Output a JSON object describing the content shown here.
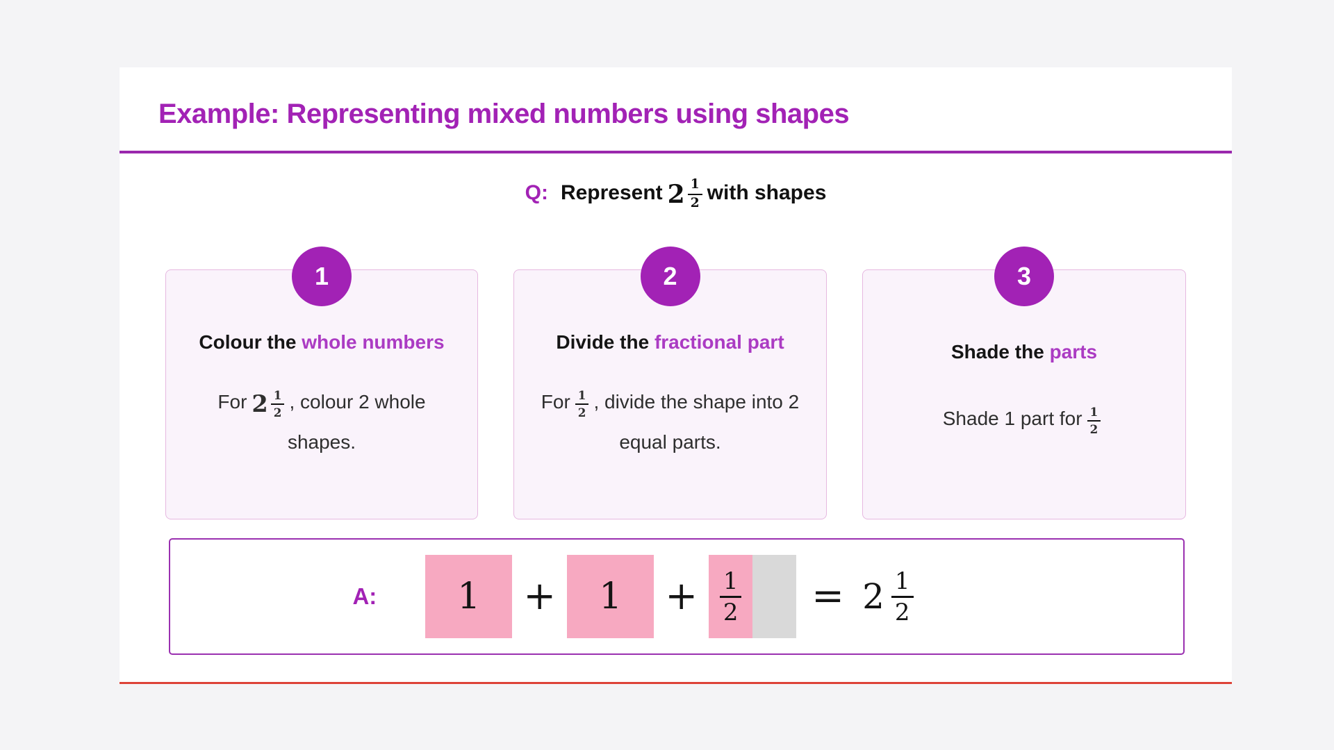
{
  "page": {
    "title": "Example: Representing mixed numbers using shapes"
  },
  "question": {
    "label": "Q:",
    "prefix": "Represent",
    "mixed_number": {
      "whole": "2",
      "numerator": "1",
      "denominator": "2"
    },
    "suffix": "with shapes"
  },
  "steps": [
    {
      "number": "1",
      "heading_black": "Colour the",
      "heading_accent": "whole numbers",
      "body_prefix": "For",
      "fraction": {
        "whole": "2",
        "numerator": "1",
        "denominator": "2"
      },
      "body_suffix": ", colour 2 whole shapes."
    },
    {
      "number": "2",
      "heading_black": "Divide the",
      "heading_accent": "fractional part",
      "body_prefix": "For",
      "fraction": {
        "whole": "",
        "numerator": "1",
        "denominator": "2"
      },
      "body_suffix": ", divide the shape into 2 equal parts."
    },
    {
      "number": "3",
      "heading_black": "Shade the",
      "heading_accent": "parts",
      "body_prefix": "Shade 1 part for",
      "fraction": {
        "whole": "",
        "numerator": "1",
        "denominator": "2"
      },
      "body_suffix": ""
    }
  ],
  "answer": {
    "label": "A:",
    "squares": [
      "1",
      "1"
    ],
    "plus": "+",
    "equals": "=",
    "divided": {
      "numerator": "1",
      "denominator": "2"
    },
    "result": {
      "whole": "2",
      "numerator": "1",
      "denominator": "2"
    }
  },
  "colors": {
    "pageBg": "#f4f4f6",
    "accent": "#a222b5",
    "accentLight": "#ab3bc3",
    "divider": "#9a28ad",
    "answerBorder": "#9a30b0",
    "cardBg": "#faf3fb",
    "cardBorder": "#e6b8e0",
    "pink": "#f7a9c1",
    "gray": "#d9d9d9",
    "red": "#dd4338"
  }
}
